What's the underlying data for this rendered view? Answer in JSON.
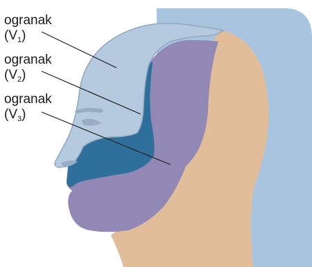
{
  "labels": [
    {
      "name": "ogranak",
      "branch": "V",
      "sub": "1"
    },
    {
      "name": "ogranak",
      "branch": "V",
      "sub": "2"
    },
    {
      "name": "ogranak",
      "branch": "V",
      "sub": "3"
    }
  ],
  "colors": {
    "background_panel": "#a9c4df",
    "v1_region": "#b5c9df",
    "v2_region": "#2f6f9c",
    "v3_region": "#9188b5",
    "skin": "#e2bd9a",
    "outline": "#8fa7bf",
    "leader_line": "#1a1a1a"
  }
}
